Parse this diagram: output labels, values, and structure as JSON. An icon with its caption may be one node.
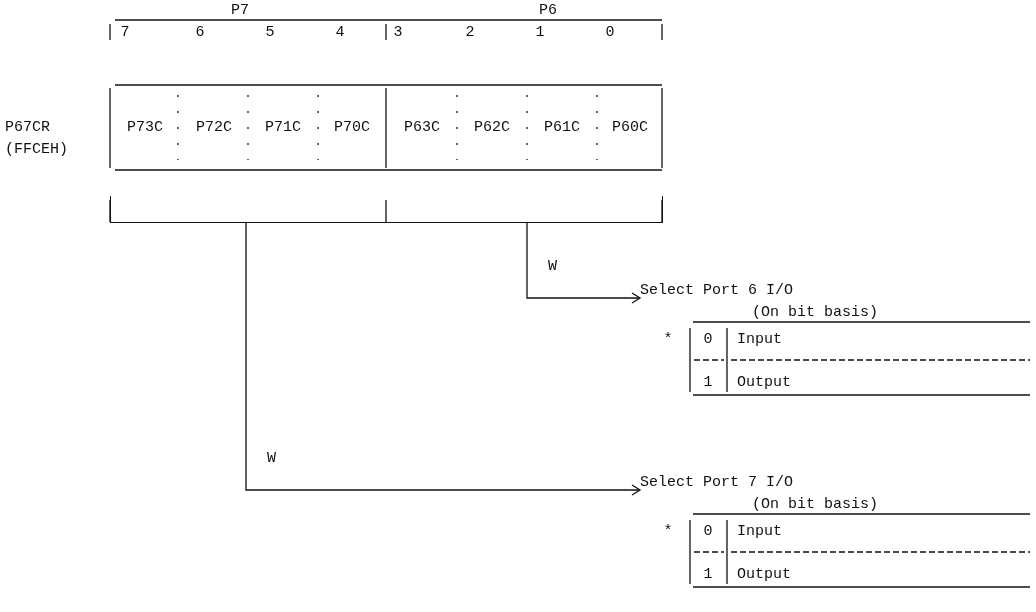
{
  "diagram": {
    "nodes": [
      {
        "text": [],
        "shape": "box"
      },
      {
        "text": [],
        "shape": "box"
      },
      {
        "text": [
          "Select Port 6 I/O",
          "(On bit basis)"
        ]
      },
      {
        "text": [
          "Select Port 7 I/O",
          "(On bit basis)"
        ]
      }
    ],
    "edges": [
      {
        "from": 1,
        "to": 2,
        "arrow": "to",
        "label": "W"
      },
      {
        "from": 0,
        "to": 3,
        "arrow": "to",
        "label": "W"
      }
    ],
    "labels": [
      "P7",
      "P6",
      "7",
      "6",
      "5",
      "4",
      "3",
      "2",
      "1",
      "0",
      "P67CR",
      "P73C",
      "P72C",
      "P71C",
      "P70C",
      "P63C",
      "P62C",
      "P61C",
      "P60C",
      "(FFCEH)",
      "*",
      "0",
      "Input",
      "1",
      "Output",
      "*",
      "0",
      "Input",
      "1",
      "Output"
    ]
  }
}
